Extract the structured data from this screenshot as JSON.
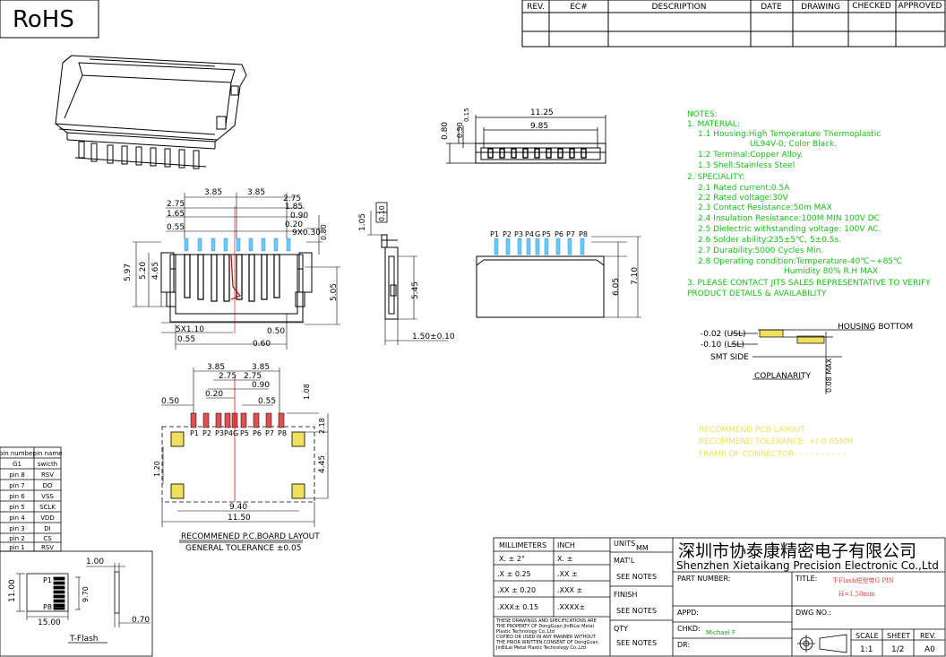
{
  "rohs": "RoHS",
  "revision_table": {
    "headers": [
      "REV.",
      "EC#",
      "DESCRIPTION",
      "DATE",
      "DRAWING",
      "CHECKED",
      "APPROVED"
    ]
  },
  "notes": {
    "color": "#18c018",
    "lines": [
      "NOTES:",
      "1. MATERIAL:",
      "1.1 Housing:High Temperature Thermoplastic",
      "UL94V-0; Color Black.",
      "1.2 Terminal:Copper Alloy.",
      "1.3 Shell:Stainless Steel",
      "2. SPECIALITY:",
      "2.1 Rated current:0.5A",
      "2.2 Rated voltage:30V",
      "2.3 Contact Resistance:50m   MAX",
      "2.4 Insulation Resistance:100M   MIN 100V DC",
      "2.5 Dielectric withstanding voltage: 100V AC.",
      "2.6 Solder ability:235±5℃, 5±0.5s.",
      "2.7 Durability:5000 Cycles Min.",
      "2.8 Operating condition:Temperature-40℃~+85℃",
      "Humidity 80% R.H MAX",
      "3. PLEASE CONTACT JITS SALES REPRESENTATIVE TO VERIFY",
      "PRODUCT DETAILS & AVAILABILITY"
    ]
  },
  "coplanarity": {
    "usl": "-0.02 (USL)",
    "lsl": "-0.10 (LSL)",
    "smt_side": "SMT SIDE",
    "housing_bottom": "HOUSING BOTTOM",
    "label": "COPLANARITY",
    "max": "0.08 MAX"
  },
  "recommend": {
    "color": "#f0e060",
    "lines": [
      "RECOMMEND PCB LAYOUT",
      "RECOMMEND TOLERANCE: +/-0.05MM",
      "FRAME OF CONNECTOR- - - - - - - - - -"
    ]
  },
  "pcb_layout": {
    "caption": "RECOMMENED P.C.BOARD LAYOUT",
    "tolerance": "GENERAL TOLERANCE  ±0.05"
  },
  "pin_table": {
    "headers": [
      "pin number",
      "pin name"
    ],
    "rows": [
      [
        "G1",
        "swicth"
      ],
      [
        "pin 8",
        "RSV"
      ],
      [
        "pin 7",
        "DO"
      ],
      [
        "pin 6",
        "VSS"
      ],
      [
        "pin 5",
        "SCLK"
      ],
      [
        "pin 4",
        "VDD"
      ],
      [
        "pin 3",
        "DI"
      ],
      [
        "pin 2",
        "CS"
      ],
      [
        "pin 1",
        "RSV"
      ]
    ]
  },
  "tflash": {
    "caption": "T-Flash",
    "p1": "P1",
    "p8": "P8",
    "dims": [
      "1.00",
      "11.00",
      "9.70",
      "15.00",
      "0.70"
    ]
  },
  "top_view_pins": [
    "P1",
    "P2",
    "P3",
    "P4",
    "G",
    "P5",
    "P6",
    "P7",
    "P8"
  ],
  "dims": {
    "front": [
      "11.25",
      "9.85",
      "0.80",
      "0.50",
      "0.15"
    ],
    "top_view": [
      "3.85",
      "3.85",
      "2.75",
      "2.75",
      "1.65",
      "1.85",
      "0.90",
      "0.20",
      "0.55",
      "9X0.30",
      "0.80",
      "4.65",
      "5.20",
      "5.97",
      "5.05",
      "5X1.10",
      "0.55",
      "0.50",
      "0.60"
    ],
    "side": [
      "1.05",
      "0.10",
      "5.45",
      "1.50±0.10"
    ],
    "back": [
      "6.05",
      "7.10"
    ],
    "pcb": [
      "3.85",
      "3.85",
      "2.75",
      "2.75",
      "0.20",
      "0.90",
      "0.50",
      "0.55",
      "1.08",
      "2.18",
      "1.20",
      "4.45",
      "9.40",
      "11.50"
    ]
  },
  "title_block": {
    "millimeters": "MILLIMETERS",
    "inch": "INCH",
    "units": "UNITS",
    "units_value": "MM",
    "matl": "MAT'L",
    "see_notes_1": "SEE NOTES",
    "finish": "FINISH",
    "see_notes_2": "SEE NOTES",
    "qty": "QTY",
    "see_notes_3": "SEE NOTES",
    "tol_x_mm": "X.   ±  2°",
    "tol_x_in": "X.   ±",
    "tol_1_mm": ".X   ± 0.25",
    "tol_1_in": ".XX   ±",
    "tol_2_mm": ".XX  ± 0.20",
    "tol_2_in": ".XXX ±",
    "tol_3_mm": ".XXX± 0.15",
    "tol_3_in": ".XXXX±",
    "copyright": [
      "THESE DRAWINGS AND SPECIFICATIONS ARE",
      "THE PROPERTY OF DongGuan JinBiLai Metal",
      "Plastic Technology Co.,Ltd",
      "COPIED OR USED IN ANY MANNER WITHOUT",
      "THE PRIOR WRITTEN CONSENT OF DongGuan",
      "JinBiLai Metal Plastic Technology Co.,Ltd"
    ],
    "company_cn": "深圳市协泰康精密电子有限公司",
    "company_en": "Shenzhen Xietaikang Precision Electronic Co.,Ltd",
    "part_number": "PART NUMBER:",
    "title_label": "TITLE:",
    "title_line1": "T-Flash短型带G PIN",
    "title_line2": "H=1.50mm",
    "title_color": "#e04040",
    "appd": "APPD:",
    "dwg_no": "DWG NO.:",
    "chkd": "CHKD:",
    "chkd_name": "Michael F",
    "chkd_color": "#18a018",
    "dr": "DR:",
    "scale_label": "SCALE",
    "scale": "1:1",
    "sheet_label": "SHEET",
    "sheet": "1/2",
    "rev_label": "REV.",
    "rev": "A0"
  }
}
